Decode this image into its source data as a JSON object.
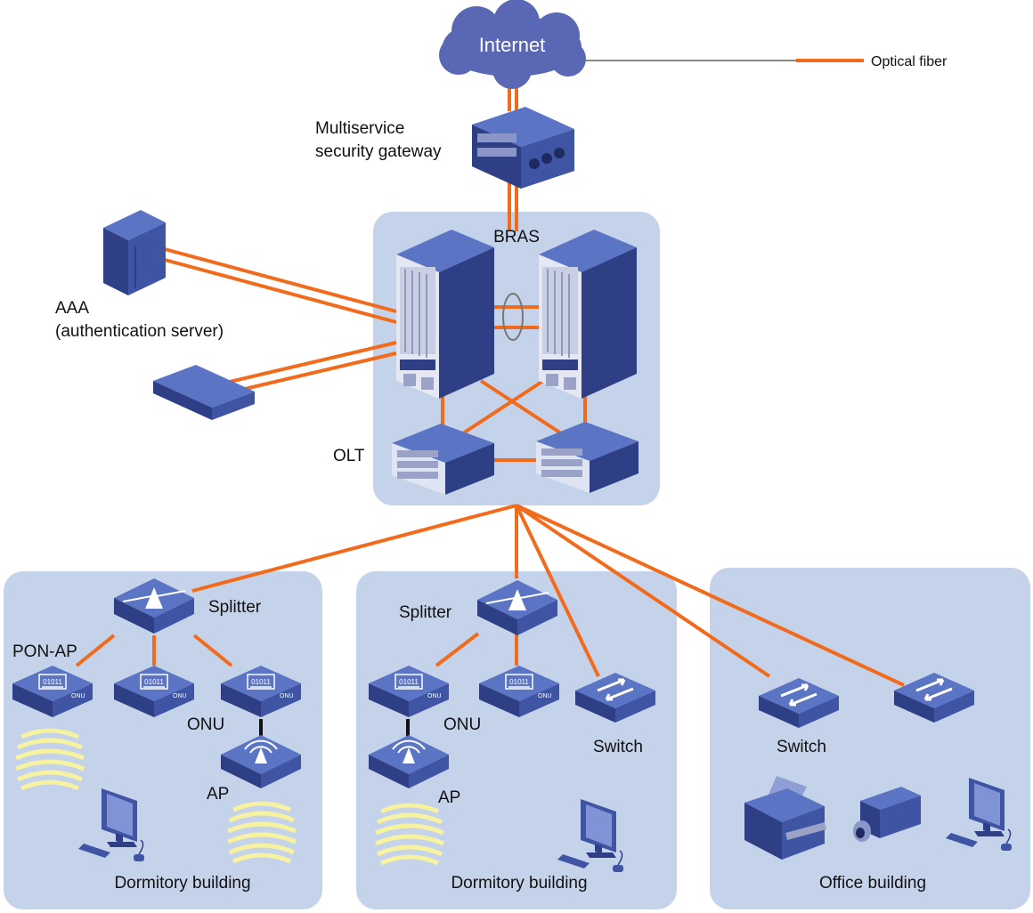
{
  "colors": {
    "fiber": "#f26a1b",
    "panel": "#c5d3ea",
    "device_dark": "#2f3f86",
    "device_mid": "#3f55a4",
    "device_light": "#5b74c4",
    "cloud": "#5a67b4",
    "wifi": "#f6f2a0"
  },
  "legend": {
    "label": "Optical fiber"
  },
  "nodes": {
    "internet": "Internet",
    "gateway": "Multiservice\nsecurity gateway",
    "gateway_line1": "Multiservice",
    "gateway_line2": "security gateway",
    "bras": "BRAS",
    "aaa_line1": "AAA",
    "aaa_line2": "(authentication server)",
    "olt": "OLT"
  },
  "buildings": [
    {
      "name": "Dormitory building",
      "labels": {
        "splitter": "Splitter",
        "pon_ap": "PON-AP",
        "onu": "ONU",
        "ap": "AP"
      }
    },
    {
      "name": "Dormitory building",
      "labels": {
        "splitter": "Splitter",
        "onu": "ONU",
        "ap": "AP",
        "switch": "Switch"
      }
    },
    {
      "name": "Office building",
      "labels": {
        "switch": "Switch"
      }
    }
  ],
  "icons": {
    "cloud": "cloud-icon",
    "gateway": "gateway-icon",
    "server": "server-icon",
    "router": "router-chassis-icon",
    "olt": "olt-icon",
    "splitter": "splitter-icon",
    "onu": "onu-icon",
    "ap": "access-point-icon",
    "switch": "switch-icon",
    "pc": "pc-icon",
    "printer": "printer-icon",
    "camera": "camera-icon",
    "wifi": "wifi-signal-icon"
  }
}
